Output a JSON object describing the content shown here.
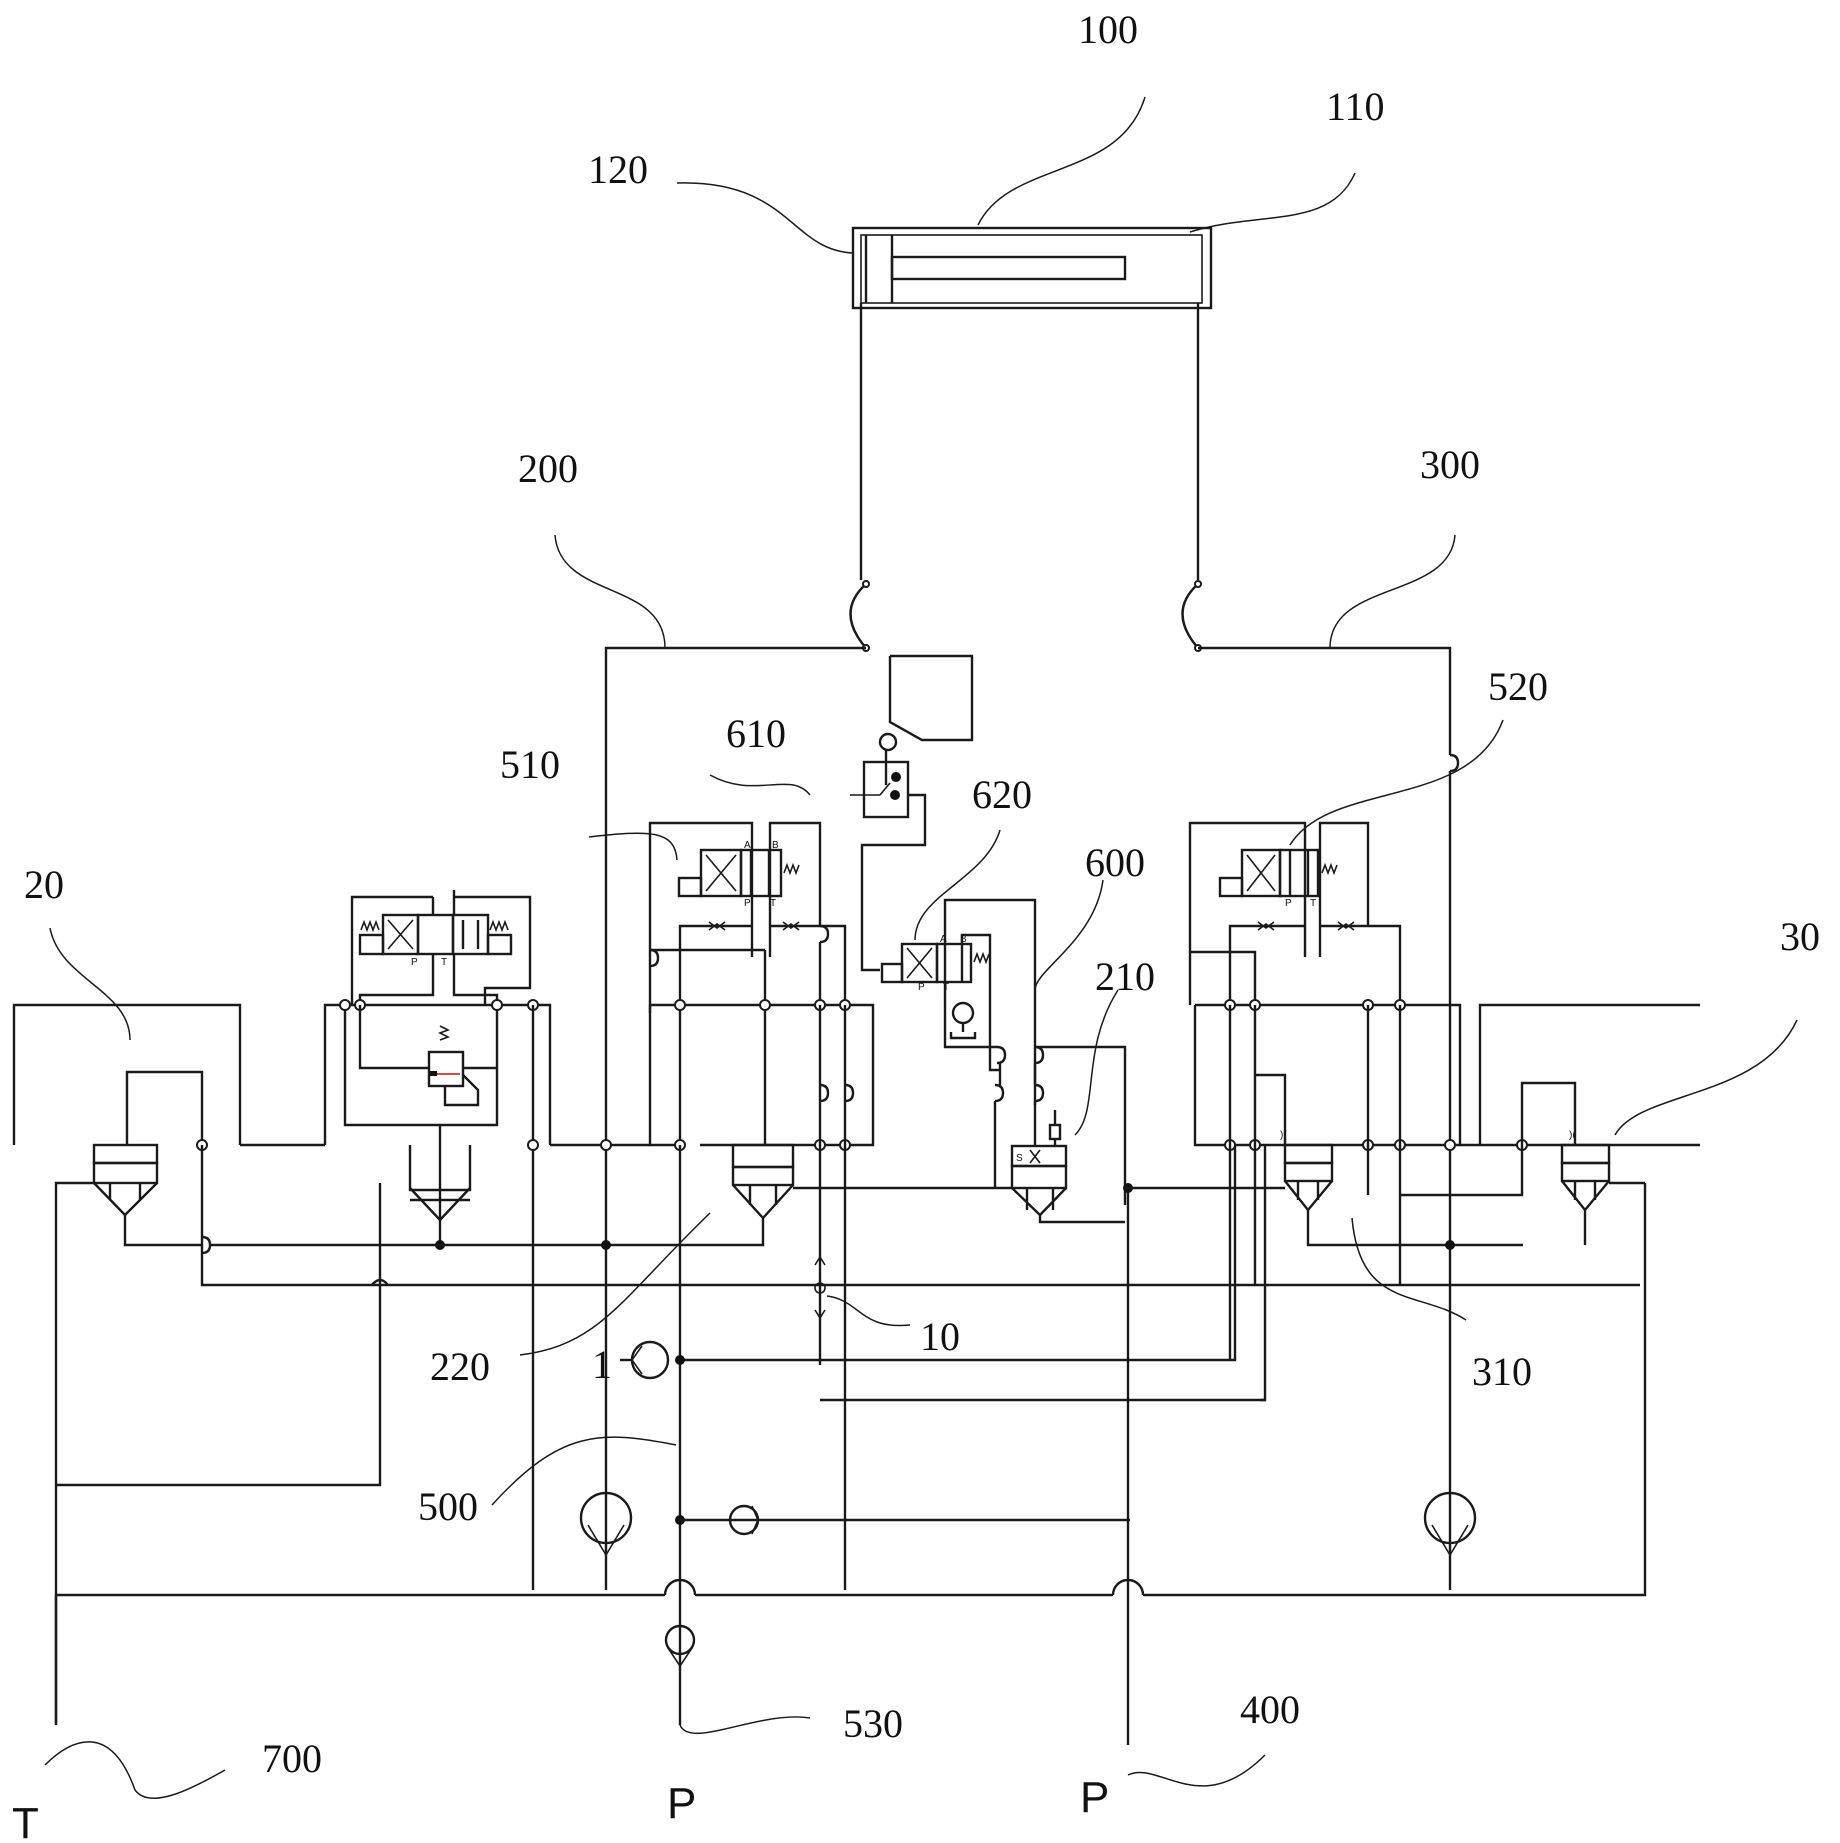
{
  "figure": {
    "type": "hydraulic circuit schematic",
    "reference_labels": {
      "actuator_cylinder": "100",
      "piston_rod": "110",
      "rodless_chamber": "120",
      "first_line": "200",
      "third_control_element": "210",
      "first_cartridge_valve": "220",
      "second_line": "300",
      "second_cartridge_valve": "310",
      "main_pressure_line": "400",
      "pilot_line": "500",
      "left_pilot_valve": "510",
      "right_pilot_valve": "520",
      "pilot_check_valve": "530",
      "brake_group": "600",
      "manual_valve": "610",
      "brake_solenoid_valve": "620",
      "tank_line": "700",
      "left_block": "20",
      "right_block": "30",
      "test_point": "10",
      "check_marker": "1"
    },
    "ports": {
      "tank": "T",
      "pressure_a": "P",
      "pressure_b": "P"
    },
    "valve_port_letters": [
      "A",
      "B",
      "P",
      "T"
    ],
    "colors": {
      "line": "#1a1a1a",
      "background": "#ffffff",
      "accent_red": "#d03030"
    }
  }
}
